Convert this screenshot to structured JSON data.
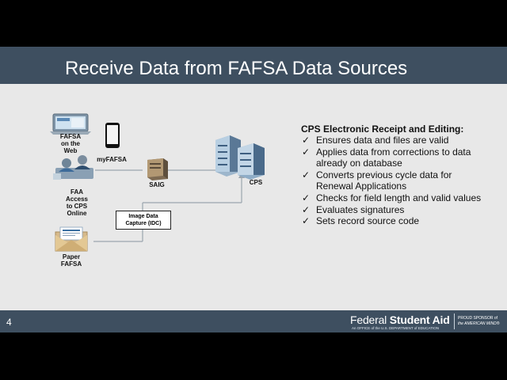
{
  "slide": {
    "title": "Receive Data from FAFSA Data Sources",
    "page_number": "4"
  },
  "diagram": {
    "fafsa_web_label": [
      "FAFSA",
      "on the",
      "Web"
    ],
    "myfafsa_label": "myFAFSA",
    "faa_label": [
      "FAA",
      "Access",
      "to CPS",
      "Online"
    ],
    "saig_label": "SAIG",
    "cps_label": "CPS",
    "idc_label": [
      "Image Data",
      "Capture (IDC)"
    ],
    "paper_label": [
      "Paper",
      "FAFSA"
    ],
    "icons": [
      "laptop-icon",
      "phone-icon",
      "users-icon",
      "server-icon",
      "buildings-icon",
      "envelope-icon"
    ]
  },
  "panel": {
    "heading": "CPS Electronic Receipt and Editing:",
    "items": [
      [
        "Ensures data and files are valid"
      ],
      [
        "Applies data from corrections to data",
        "already on database"
      ],
      [
        "Converts previous cycle data for",
        "Renewal Applications"
      ],
      [
        "Checks for field length and valid values"
      ],
      [
        "Evaluates signatures"
      ],
      [
        "Sets record source code"
      ]
    ],
    "check_mark": "✓"
  },
  "footer": {
    "brand_light": "Federal ",
    "brand_bold": "Student Aid",
    "brand_sub": "An OFFICE of the U.S. DEPARTMENT of EDUCATION",
    "sponsor_line1": "PROUD SPONSOR of",
    "sponsor_line2": "the AMERICAN MIND®"
  },
  "colors": {
    "title_bar": "#3e4f60",
    "slide_bg": "#e8e8e8",
    "connector": "#9aa5ae"
  }
}
